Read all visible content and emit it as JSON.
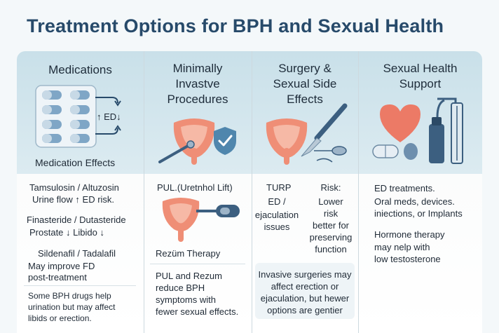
{
  "title": "Treatment Options for BPH and Sexual Health",
  "columns": {
    "medications": {
      "heading": "Medications",
      "subheading": "Medication Effects",
      "ed_label": "↑ ED↓",
      "drug1_name": "Tamsulosin / Altuzosin",
      "drug1_effect": "Urine flow ↑   ED risk.",
      "drug2_name": "Finasteride / Dutasteride",
      "drug2_effect": "Prostate ↓   Libido ↓",
      "drug3_name": "Sildenafil / Tadalafil",
      "drug3_effect1": "May improve FD",
      "drug3_effect2": "post-treatment",
      "note": [
        "Some BPH drugs help",
        "urination but may affect",
        "libids or erection."
      ]
    },
    "minimally_invasive": {
      "heading": [
        "Minimally",
        "Invastve",
        "Procedures"
      ],
      "pul_label": "PUL.(Uretnhol Lift)",
      "rezum_label": "Rezüm Therapy",
      "summary": [
        "PUL and Rezum",
        "reduce BPH",
        "symptoms with",
        "fewer sexual effects."
      ]
    },
    "surgery": {
      "heading": [
        "Surgery &",
        "Sexual Side",
        "Effects"
      ],
      "turp_label": "TURP",
      "turp_effects": [
        "ED /",
        "ejaculation",
        "issues"
      ],
      "risk_label": "Risk:",
      "risk_detail": [
        "Lower",
        "risk",
        "better for",
        "preserving",
        "function"
      ],
      "summary": [
        "Invasive surgeries may",
        "affect erection or",
        "ejaculation, but hewer",
        "options are gentier"
      ]
    },
    "sexual_health": {
      "heading": [
        "Sexual Health",
        "Support"
      ],
      "treatments": [
        "ED treatments.",
        "Oral meds, devices.",
        "iniections, or Implants"
      ],
      "hormone": [
        "Hormone therapy",
        "may nelp with",
        "low testosterone"
      ]
    }
  },
  "colors": {
    "title": "#274a6a",
    "prostate": "#ef8e76",
    "heart": "#ec7a66",
    "instrument": "#3c5f80",
    "pill": "#7fa6c6",
    "shield": "#4f86ad"
  }
}
